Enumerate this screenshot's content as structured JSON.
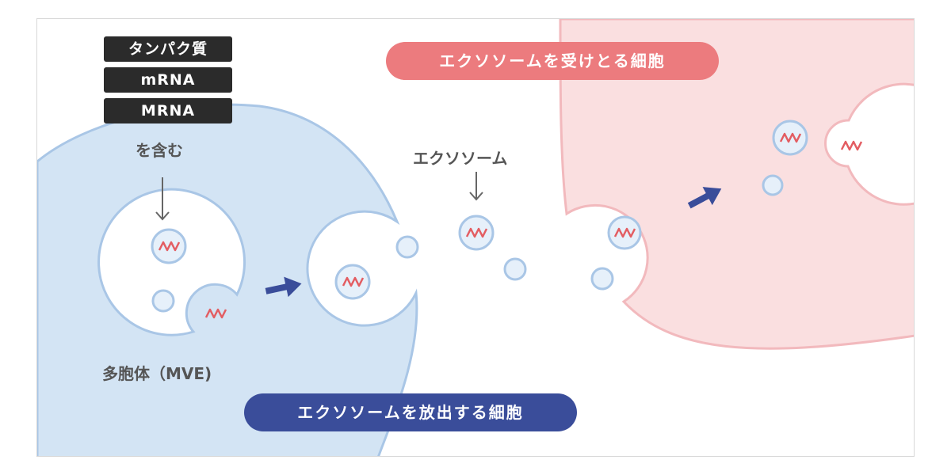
{
  "labels": {
    "contents": [
      "タンパク質",
      "mRNA",
      "MRNA"
    ],
    "contains": "を含む",
    "exosome": "エクソソーム",
    "mve": "多胞体（MVE)",
    "receiving_cell": "エクソソームを受けとる細胞",
    "releasing_cell": "エクソソームを放出する細胞"
  },
  "colors": {
    "blue_cell_fill": "#d3e4f4",
    "blue_cell_stroke": "#a9c6e6",
    "pink_cell_fill": "#fadfe0",
    "pink_cell_stroke": "#f2b9bd",
    "vesicle_fill": "#e6f0fa",
    "rna_red": "#e35d62",
    "arrow_blue": "#3a4d9a",
    "pill_pink": "#ec7b7e",
    "pill_navy": "#3a4d9a",
    "label_dark": "#2b2b2b",
    "pointer_gray": "#666666"
  },
  "icons": [
    "zigzag-rna-icon",
    "right-arrow-icon",
    "down-arrow-icon"
  ]
}
